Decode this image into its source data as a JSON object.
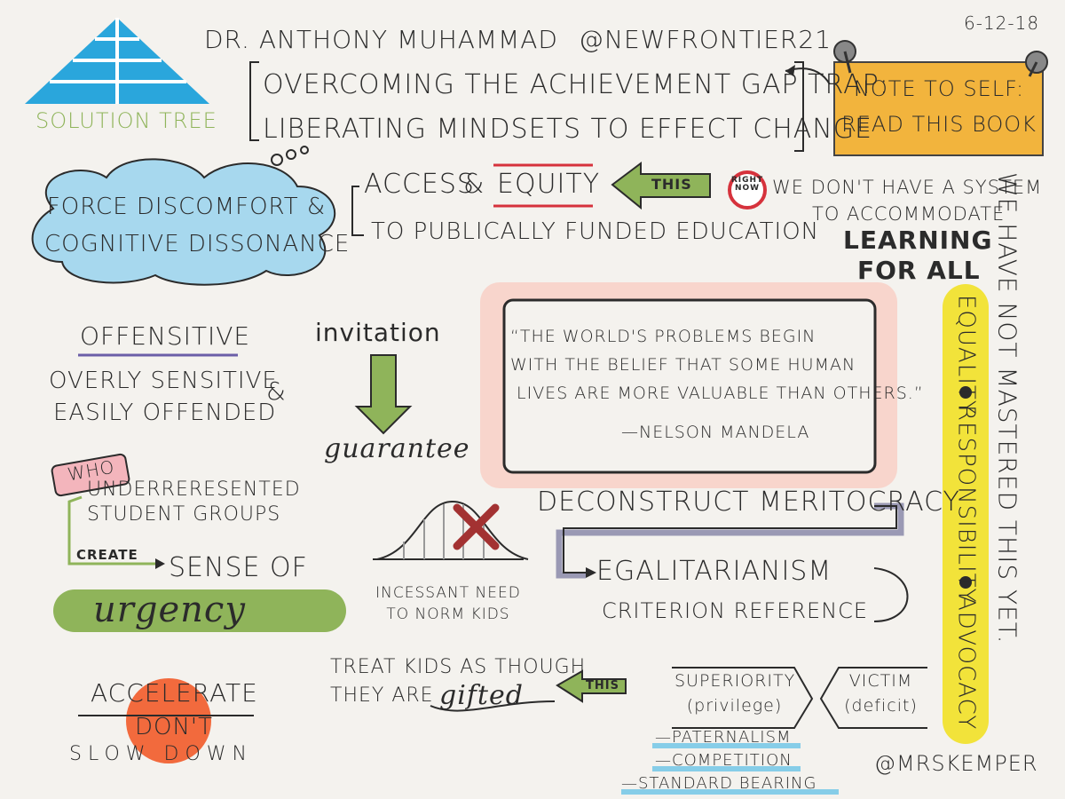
{
  "header": {
    "author": "DR. ANTHONY MUHAMMAD",
    "handle": "@NEWFRONTIER21",
    "date": "6-12-18",
    "brand": "SOLUTION TREE",
    "book_title_line1": "OVERCOMING THE ACHIEVEMENT GAP TRAP:",
    "book_title_line2": "LIBERATING MINDSETS TO EFFECT CHANGE"
  },
  "note": {
    "line1": "NOTE TO SELF:",
    "line2": "READ THIS BOOK"
  },
  "cloud": {
    "line1": "FORCE DISCOMFORT &",
    "line2": "COGNITIVE DISSONANCE"
  },
  "access": {
    "line1a": "ACCESS",
    "amp": "&",
    "line1b": "EQUITY",
    "arrow_label": "THIS",
    "line2": "TO PUBLICALLY FUNDED EDUCATION"
  },
  "right_now": {
    "badge1": "RIGHT",
    "badge2": "NOW",
    "line1": "WE DON'T HAVE A SYSTEM",
    "line2": "TO ACCOMMODATE",
    "line3": "LEARNING",
    "line4": "FOR ALL"
  },
  "vertical_right": "WE HAVE NOT MASTERED THIS YET.",
  "values": {
    "equality": "EQUALITY",
    "responsibility": "RESPONSIBILITY",
    "advocacy": "ADVOCACY"
  },
  "offensive": {
    "title": "OFFENSITIVE",
    "line1": "OVERLY SENSITIVE",
    "amp": "&",
    "line2": "EASILY OFFENDED"
  },
  "invitation": {
    "top": "invitation",
    "bottom": "guarantee"
  },
  "quote": {
    "line1": "“THE WORLD'S PROBLEMS BEGIN",
    "line2": "WITH THE BELIEF THAT SOME HUMAN",
    "line3": "LIVES ARE MORE VALUABLE THAN OTHERS.”",
    "author": "—NELSON MANDELA"
  },
  "who": {
    "tag": "WHO",
    "line1": "UNDERRERESENTED",
    "line2": "STUDENT GROUPS",
    "create": "CREATE",
    "sense": "SENSE OF",
    "urgency": "urgency"
  },
  "norm": {
    "line1": "INCESSANT NEED",
    "line2": "TO NORM KIDS"
  },
  "meritocracy": {
    "title": "DECONSTRUCT MERITOCRACY",
    "line2": "EGALITARIANISM",
    "line3": "CRITERION REFERENCE"
  },
  "accelerate": {
    "line1": "ACCELERATE",
    "line2": "DON'T",
    "line3": "SLOW DOWN"
  },
  "gifted": {
    "line1": "TREAT KIDS AS THOUGH",
    "line2a": "THEY ARE",
    "line2b": "gifted",
    "arrow_label": "THIS"
  },
  "superiority": {
    "line1": "SUPERIORITY",
    "line2": "(privilege)",
    "victim1": "VICTIM",
    "victim2": "(deficit)",
    "item1": "PATERNALISM",
    "item2": "COMPETITION",
    "item3": "STANDARD BEARING"
  },
  "credit": "@MRSKEMPER",
  "colors": {
    "teal": "#2aa6dc",
    "cloud": "#a7d8ee",
    "note": "#f2b43d",
    "green": "#8fb45a",
    "red_quote": "#f3a495",
    "yellow": "#f2e33a",
    "orange": "#f26a3d",
    "pink": "#f3b5bc",
    "dark_red": "#a33232",
    "gray_line": "#9a99b4",
    "blue_under": "#86cde8"
  }
}
